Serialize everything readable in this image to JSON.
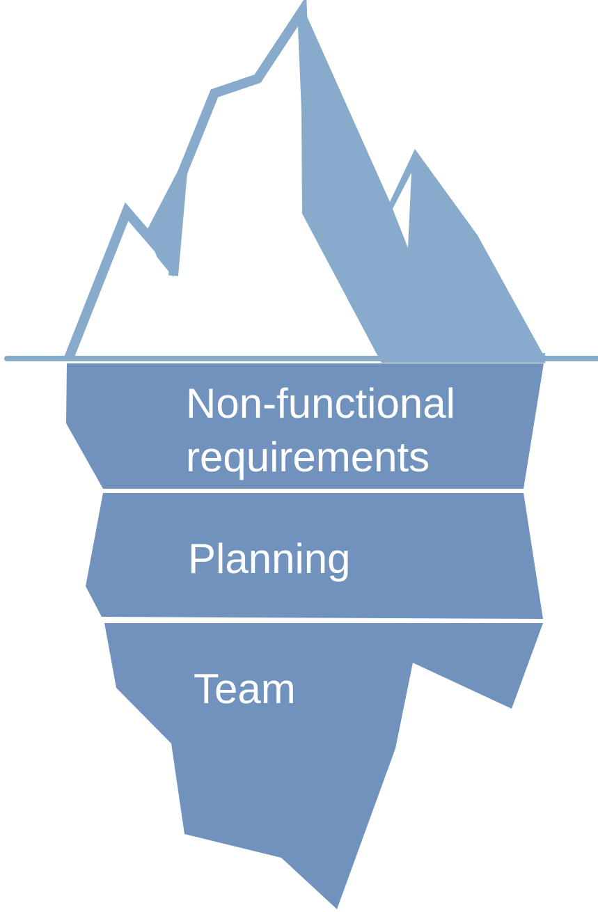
{
  "colors": {
    "above_water": "#88abcb",
    "below_water": "#7092bd",
    "water_line": "#88abcb",
    "band_divider": "#ffffff",
    "label_text": "#ffffff",
    "background": "#ffffff"
  },
  "layers": [
    {
      "lines": [
        "Non-functional",
        "requirements"
      ]
    },
    {
      "lines": [
        "Planning"
      ]
    },
    {
      "lines": [
        "Team"
      ]
    }
  ]
}
